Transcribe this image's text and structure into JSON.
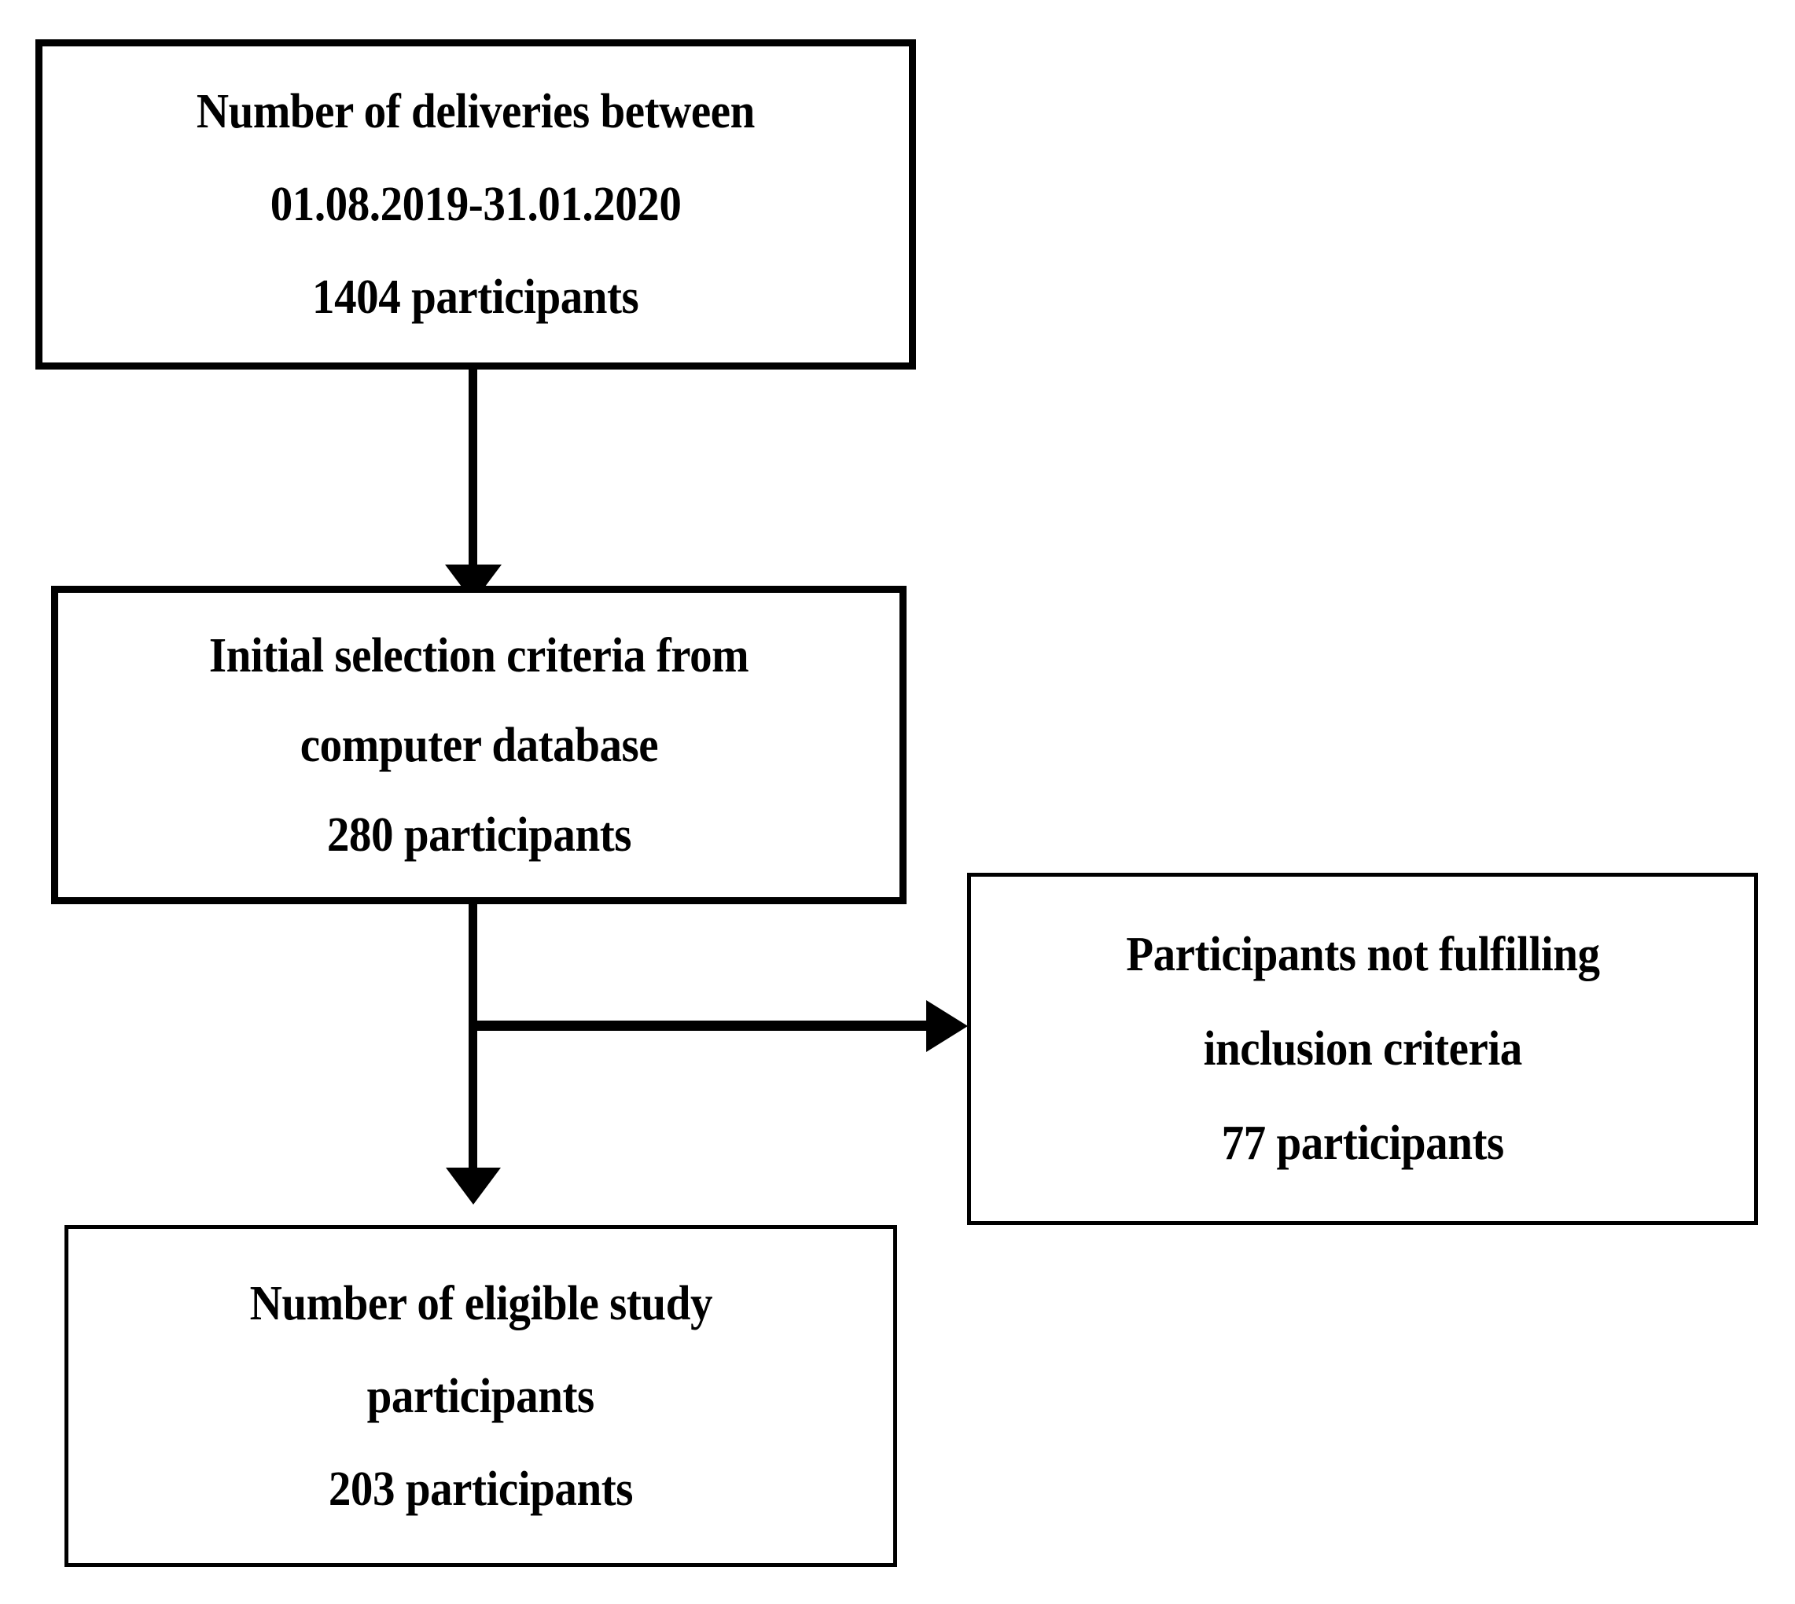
{
  "diagram": {
    "type": "flowchart",
    "title": "Study participant selection flow",
    "orientation": "top-to-bottom",
    "background_color": "#ffffff",
    "line_color": "#000000",
    "text_color": "#000000",
    "nodes": [
      {
        "id": "deliveries",
        "name": "Number of deliveries",
        "lines": [
          "Number of deliveries between",
          "01.08.2019-31.01.2020",
          "1404 participants"
        ],
        "count": 1404,
        "count_label": "1404 participants"
      },
      {
        "id": "initial-selection",
        "name": "Initial selection criteria",
        "lines": [
          "Initial selection criteria from",
          "computer database",
          "280 participants"
        ],
        "count": 280,
        "count_label": "280 participants"
      },
      {
        "id": "excluded",
        "name": "Participants not fulfilling inclusion criteria",
        "lines": [
          "Participants not fulfilling",
          "inclusion criteria",
          "77 participants"
        ],
        "count": 77,
        "count_label": "77 participants"
      },
      {
        "id": "eligible",
        "name": "Number of eligible study participants",
        "lines": [
          "Number of eligible study",
          "participants",
          "203 participants"
        ],
        "count": 203,
        "count_label": "203 participants"
      }
    ],
    "edges": [
      {
        "id": "deliveries-to-initial",
        "from": "deliveries",
        "to": "initial-selection",
        "direction": "down",
        "label": ""
      },
      {
        "id": "initial-to-excluded",
        "from": "initial-selection",
        "to": "excluded",
        "direction": "right",
        "label": ""
      },
      {
        "id": "initial-to-eligible",
        "from": "initial-selection",
        "to": "eligible",
        "direction": "down",
        "label": ""
      }
    ]
  }
}
